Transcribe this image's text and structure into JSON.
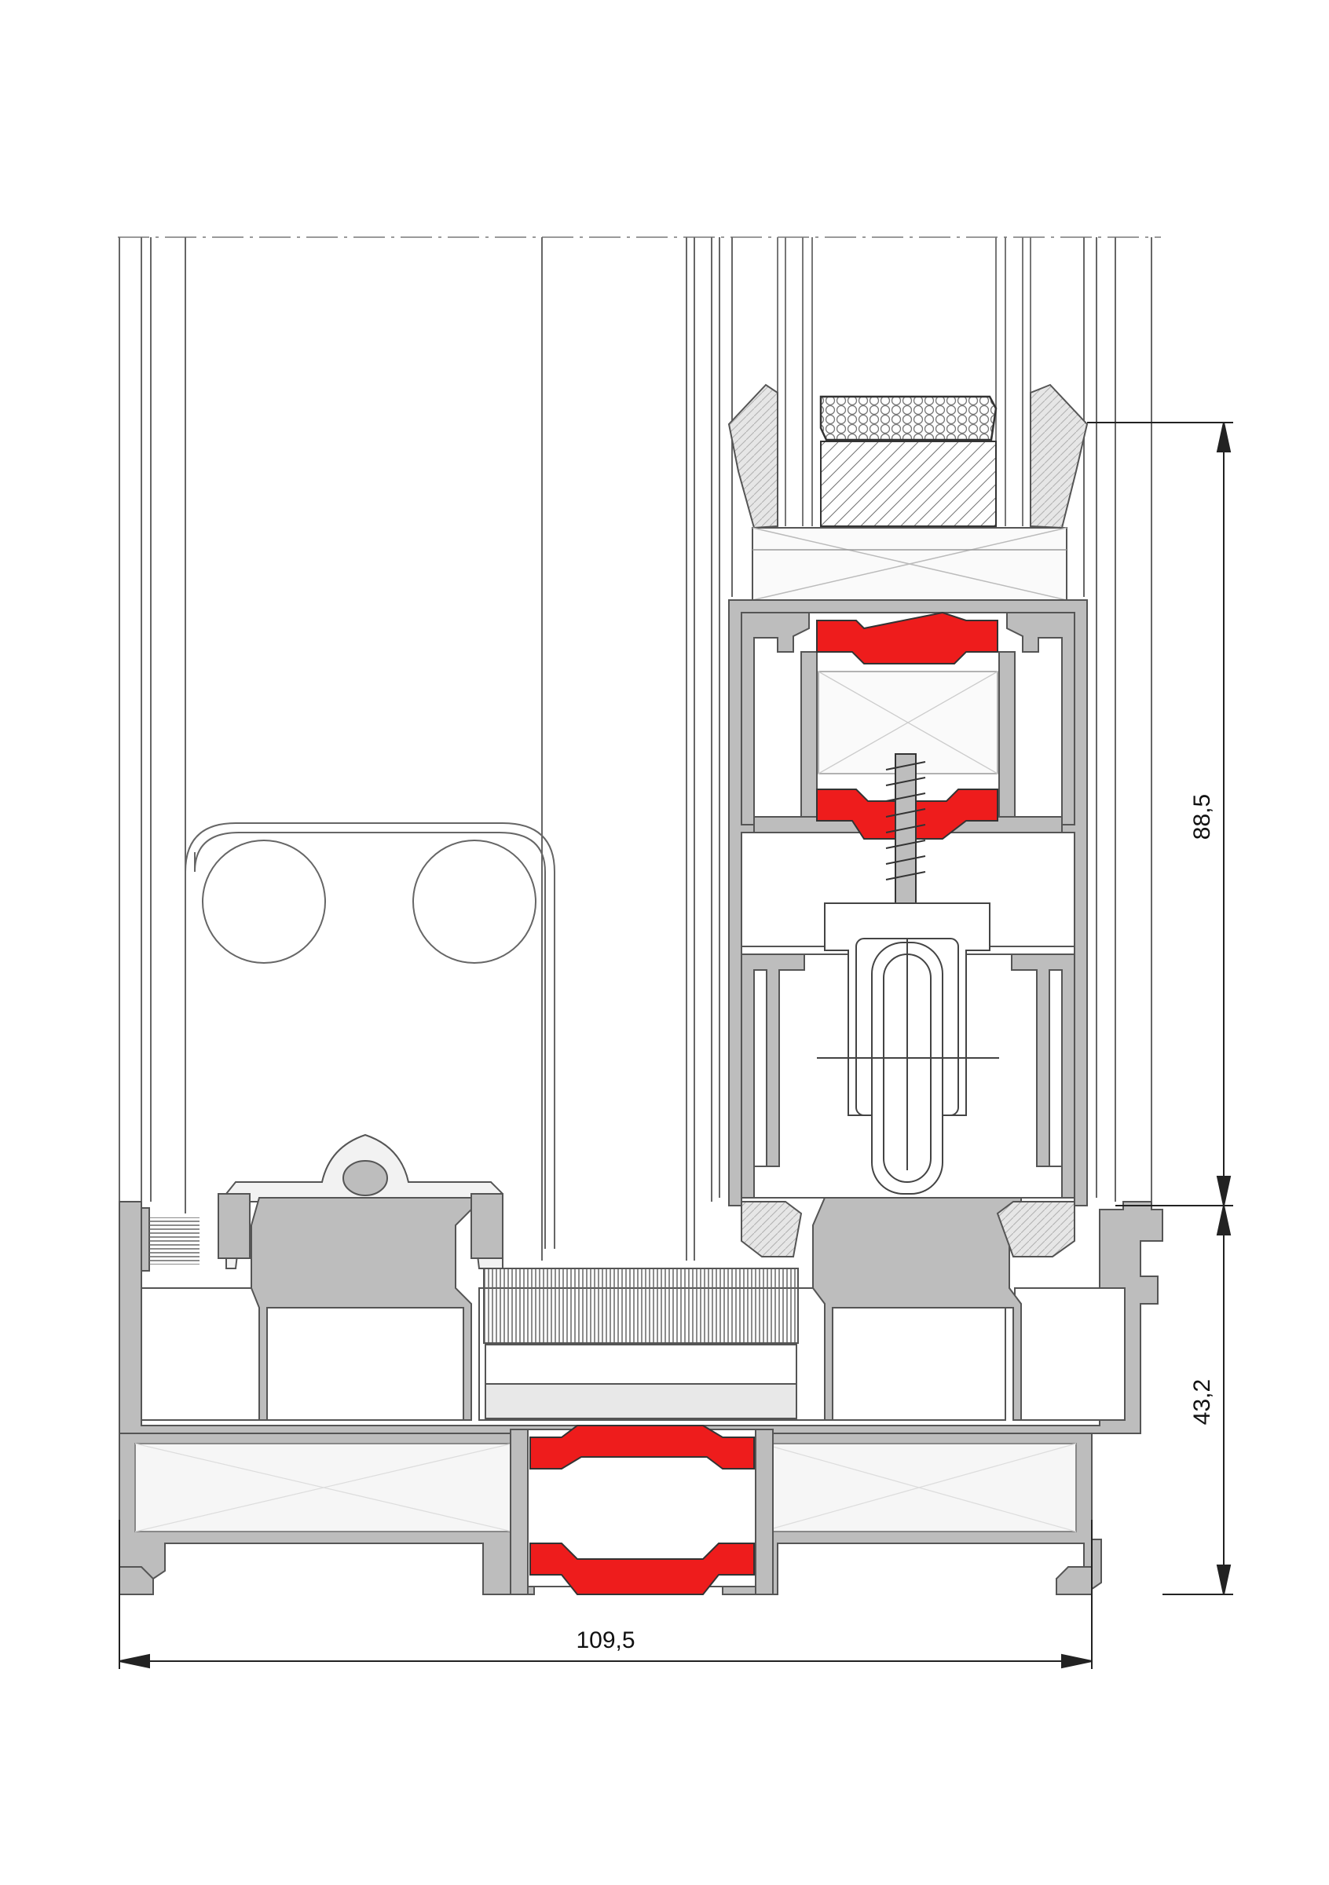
{
  "dimensions": {
    "width": "109,5",
    "height_upper": "88,5",
    "height_lower": "43,2"
  },
  "colors": {
    "profile_fill": "#bdbdbd",
    "profile_stroke": "#555555",
    "thermal_break": "#ee1c1c",
    "insulation_fill": "#f4f4f4",
    "hatch": "#8a8a8a",
    "gasket_fill": "#d9d9d9",
    "line": "#222222",
    "dashdot": "#9a9a9a"
  }
}
